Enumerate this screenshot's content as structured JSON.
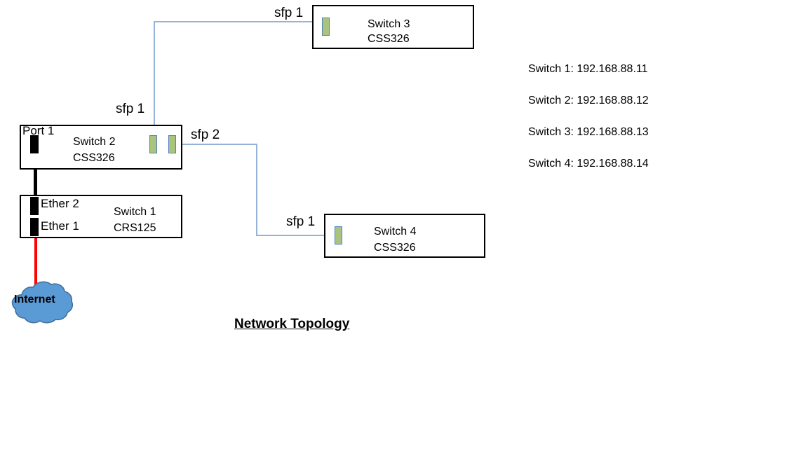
{
  "title": {
    "text": "Network Topology"
  },
  "devices": [
    {
      "id": "switch3",
      "name": "Switch 3",
      "model": "CSS326",
      "port_label": "sfp 1"
    },
    {
      "id": "switch2",
      "name": "Switch 2",
      "model": "CSS326",
      "port_label_left": "Port 1",
      "port_label_sfp1": "sfp 1",
      "port_label_sfp2": "sfp 2"
    },
    {
      "id": "switch1",
      "name": "Switch 1",
      "model": "CRS125",
      "port_label_ether2": "Ether 2",
      "port_label_ether1": "Ether 1"
    },
    {
      "id": "switch4",
      "name": "Switch 4",
      "model": "CSS326",
      "port_label": "sfp 1"
    }
  ],
  "cloud": {
    "label": "Internet",
    "fill": "#5b9bd5",
    "stroke": "#41719c"
  },
  "ip_list": [
    "Switch 1: 192.168.88.11",
    "Switch 2: 192.168.88.12",
    "Switch 3: 192.168.88.13",
    "Switch 4: 192.168.88.14"
  ],
  "colors": {
    "link": "#95b3d7",
    "sfp_port_fill": "#aac47f",
    "sfp_port_border": "#4f81bd",
    "eth_port": "#000000",
    "internet_cable": "#ff0000",
    "eth_cable": "#000000",
    "box_border": "#000000"
  }
}
